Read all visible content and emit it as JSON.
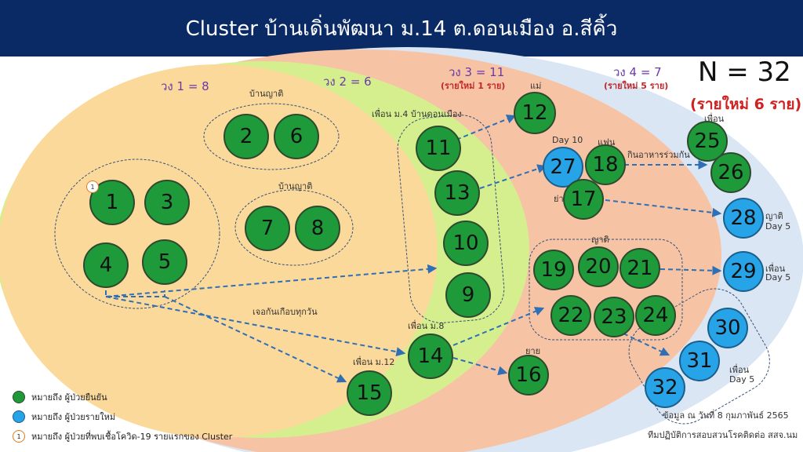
{
  "title": "Cluster  บ้านเดิ่นพัฒนา ม.14 ต.ดอนเมือง อ.สีคิ้ว",
  "rings": {
    "r1": "วง 1 = 8",
    "r2": "วง 2 = 6",
    "r3": "วง 3 = 11",
    "r3_sub": "(รายใหม่ 1 ราย)",
    "r4": "วง 4 = 7",
    "r4_sub": "(รายใหม่ 5 ราย)"
  },
  "total": "N = 32",
  "total_sub": "(รายใหม่ 6 ราย)",
  "colors": {
    "confirmed": "#1f9a3a",
    "new_case": "#27a3e8",
    "header": "#0a2a66"
  },
  "nodes": [
    {
      "id": "1",
      "type": "confirmed"
    },
    {
      "id": "3",
      "type": "confirmed"
    },
    {
      "id": "4",
      "type": "confirmed"
    },
    {
      "id": "5",
      "type": "confirmed"
    },
    {
      "id": "2",
      "type": "confirmed"
    },
    {
      "id": "6",
      "type": "confirmed"
    },
    {
      "id": "7",
      "type": "confirmed"
    },
    {
      "id": "8",
      "type": "confirmed"
    },
    {
      "id": "11",
      "type": "confirmed"
    },
    {
      "id": "13",
      "type": "confirmed"
    },
    {
      "id": "10",
      "type": "confirmed"
    },
    {
      "id": "9",
      "type": "confirmed"
    },
    {
      "id": "14",
      "type": "confirmed"
    },
    {
      "id": "15",
      "type": "confirmed"
    },
    {
      "id": "12",
      "type": "confirmed"
    },
    {
      "id": "27",
      "type": "new"
    },
    {
      "id": "18",
      "type": "confirmed"
    },
    {
      "id": "17",
      "type": "confirmed"
    },
    {
      "id": "16",
      "type": "confirmed"
    },
    {
      "id": "19",
      "type": "confirmed"
    },
    {
      "id": "20",
      "type": "confirmed"
    },
    {
      "id": "21",
      "type": "confirmed"
    },
    {
      "id": "22",
      "type": "confirmed"
    },
    {
      "id": "23",
      "type": "confirmed"
    },
    {
      "id": "24",
      "type": "confirmed"
    },
    {
      "id": "25",
      "type": "confirmed"
    },
    {
      "id": "26",
      "type": "confirmed"
    },
    {
      "id": "28",
      "type": "new"
    },
    {
      "id": "29",
      "type": "new"
    },
    {
      "id": "30",
      "type": "new"
    },
    {
      "id": "31",
      "type": "new"
    },
    {
      "id": "32",
      "type": "new"
    }
  ],
  "first_marker": "1",
  "labels": {
    "relatives_1": "บ้านญาติ",
    "relatives_2": "บ้านญาติ",
    "friend_m4": "เพื่อน ม.4 บ้านดอนเมือง",
    "meet_daily": "เจอกันเกือบทุกวัน",
    "friend_m8": "เพื่อน ม.8",
    "friend_m12": "เพื่อน ม.12",
    "mother": "แม่",
    "day10": "Day 10",
    "partner": "แฟน",
    "ate_together": "กินอาหารร่วมกัน",
    "grandma": "ย่า",
    "grandpa": "ยาย",
    "relatives_3": "ญาติ",
    "friend_25": "เพื่อน",
    "n28_rel": "ญาติ",
    "n28_day": "Day 5",
    "n29_rel": "เพื่อน",
    "n29_day": "Day 5",
    "n31_rel": "เพื่อน",
    "n31_day": "Day 5"
  },
  "legend": {
    "confirmed": "หมายถึง ผู้ป่วยยืนยัน",
    "new_case": "หมายถึง ผู้ป่วยรายใหม่",
    "first": "หมายถึง ผู้ป่วยที่พบเชื้อโควิด-19 รายแรกของ Cluster",
    "first_num": "1"
  },
  "credit": {
    "date": "ข้อมูล ณ วันที่ 8 กุมภาพันธ์ 2565",
    "team": "ทีมปฏิบัติการสอบสวนโรคติดต่อ สสจ.นม"
  }
}
